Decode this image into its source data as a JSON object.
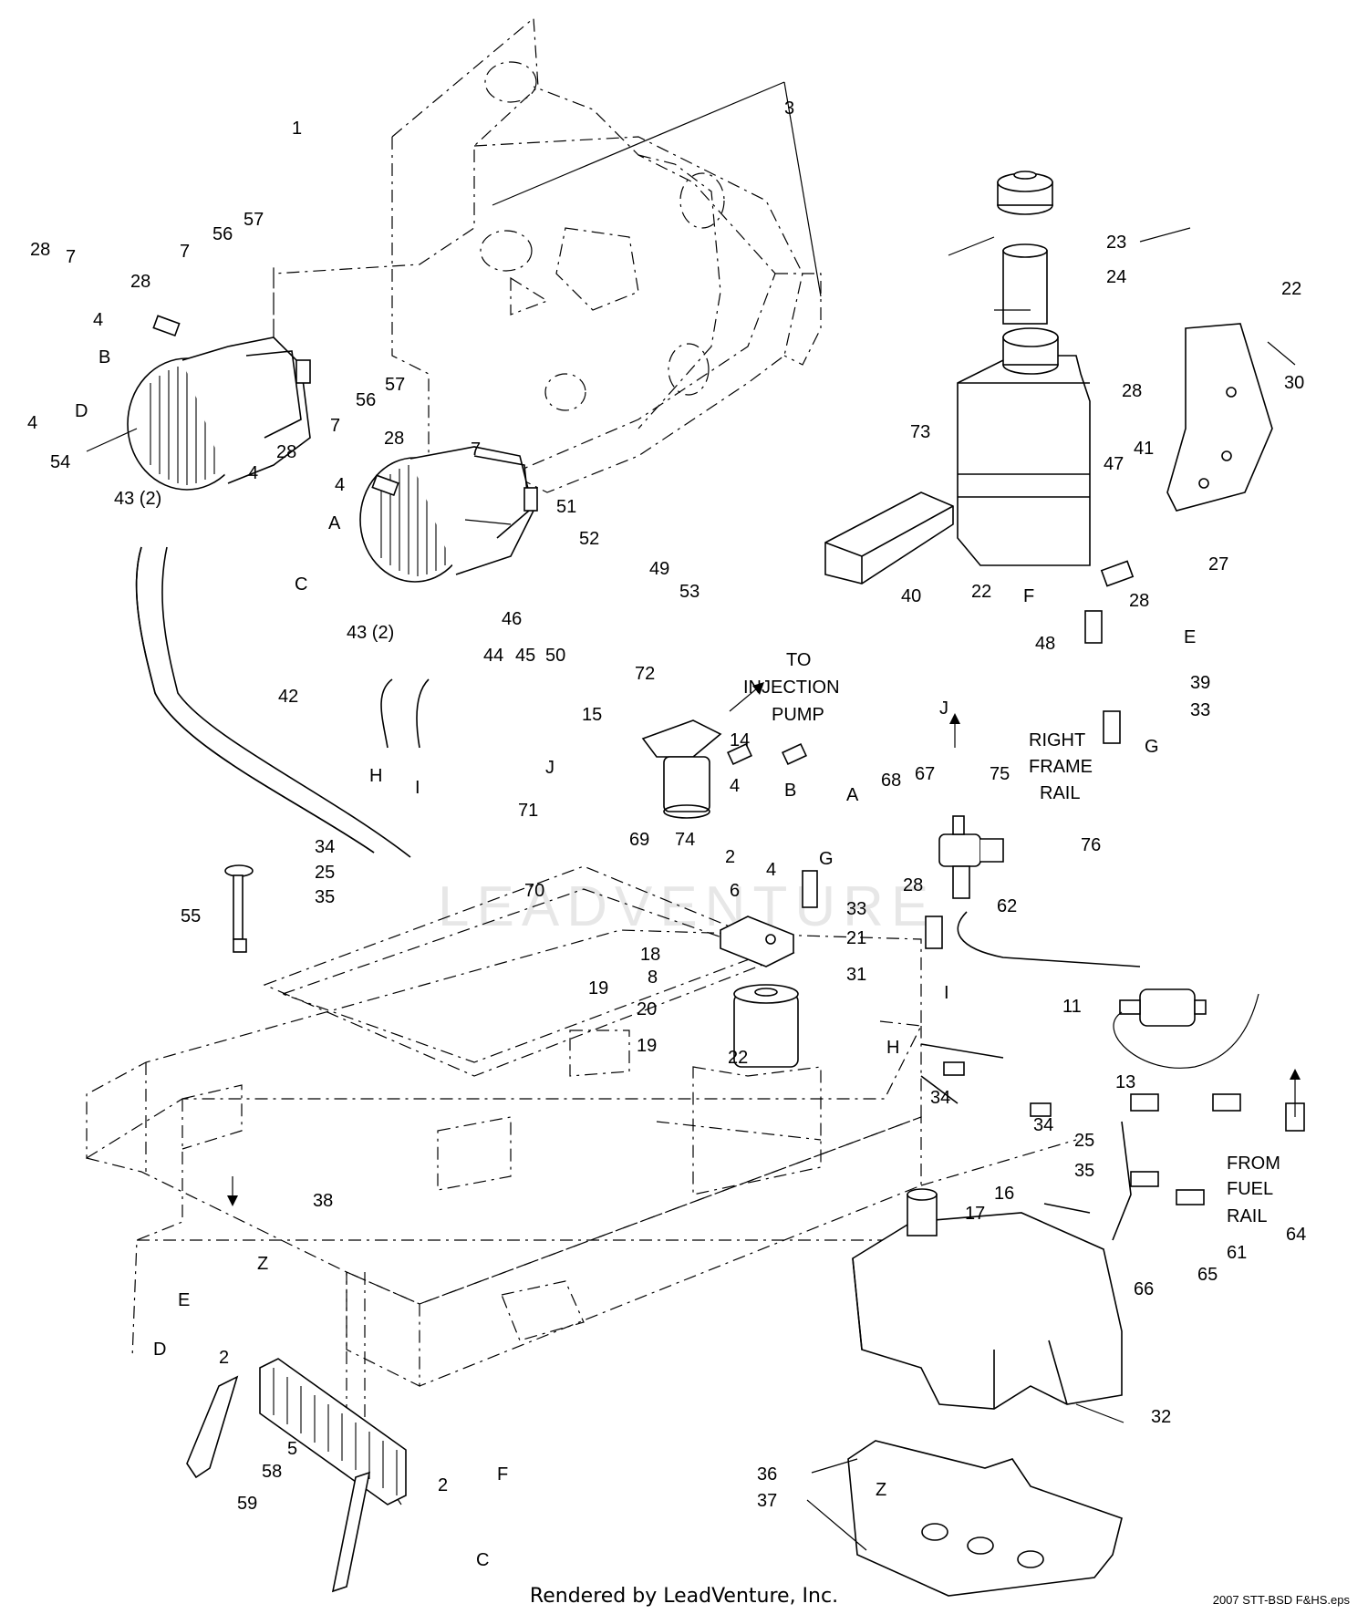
{
  "footer": {
    "rendered_by": "Rendered by LeadVenture, Inc.",
    "filename": "2007 STT-BSD F&HS.eps"
  },
  "watermark": "LEADVENTURE",
  "notes": {
    "to_injection_pump": [
      "TO",
      "INJECTION",
      "PUMP"
    ],
    "right_frame_rail": [
      "RIGHT",
      "FRAME",
      "RAIL"
    ],
    "from_fuel_rail": [
      "FROM",
      "FUEL",
      "RAIL"
    ]
  },
  "callouts": [
    "1",
    "3",
    "7",
    "56",
    "57",
    "28",
    "7",
    "28",
    "4",
    "4",
    "B",
    "D",
    "54",
    "56",
    "57",
    "7",
    "28",
    "7",
    "28",
    "4",
    "4",
    "A",
    "51",
    "43 (2)",
    "C",
    "43 (2)",
    "42",
    "H",
    "I",
    "52",
    "49",
    "46",
    "53",
    "44",
    "45",
    "50",
    "72",
    "15",
    "J",
    "14",
    "74",
    "71",
    "69",
    "4",
    "B",
    "A",
    "2",
    "4",
    "G",
    "6",
    "70",
    "34",
    "25",
    "35",
    "55",
    "18",
    "8",
    "19",
    "20",
    "33",
    "21",
    "31",
    "19",
    "22",
    "23",
    "24",
    "22",
    "30",
    "28",
    "41",
    "73",
    "47",
    "27",
    "28",
    "40",
    "22",
    "F",
    "E",
    "48",
    "39",
    "33",
    "G",
    "J",
    "75",
    "67",
    "68",
    "76",
    "28",
    "62",
    "11",
    "I",
    "H",
    "34",
    "34",
    "13",
    "25",
    "35",
    "16",
    "17",
    "FROM",
    "38",
    "Z",
    "E",
    "D",
    "2",
    "5",
    "58",
    "59",
    "2",
    "F",
    "C",
    "61",
    "65",
    "66",
    "32",
    "36",
    "37",
    "Z",
    "64"
  ]
}
